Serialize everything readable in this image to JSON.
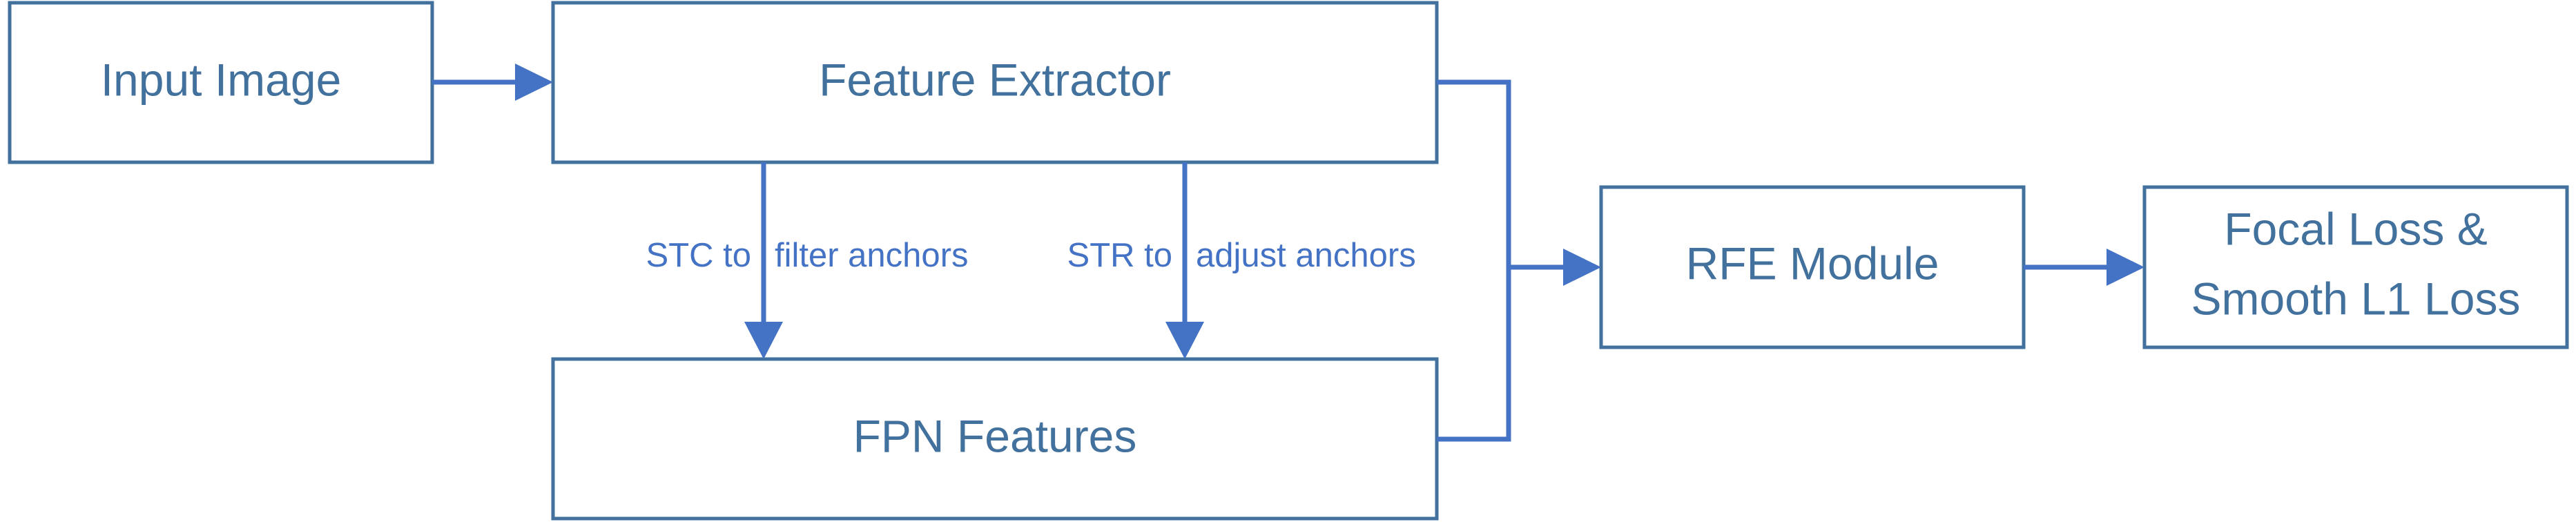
{
  "nodes": {
    "input_image": "Input Image",
    "feature_extractor": "Feature Extractor",
    "fpn_features": "FPN Features",
    "rfe_module": "RFE Module",
    "loss_line1": "Focal Loss &",
    "loss_line2": "Smooth L1 Loss"
  },
  "edges": {
    "stc_left": "STC to",
    "stc_right": "filter anchors",
    "str_left": "STR to",
    "str_right": "adjust anchors"
  },
  "colors": {
    "box_stroke": "#41719c",
    "text": "#41719c",
    "connector": "#4472c4"
  }
}
